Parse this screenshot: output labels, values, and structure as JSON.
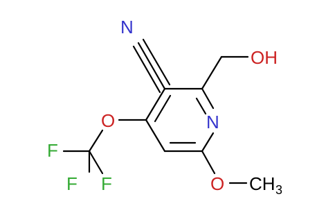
{
  "molecule": {
    "atom_labels": {
      "nitrile_n": "N",
      "hydroxyl": "OH",
      "ring_n": "N",
      "ether_o_left": "O",
      "fluorine_top": "F",
      "fluorine_left": "F",
      "fluorine_right": "F",
      "ether_o_bottom": "O",
      "methyl_c": "CH",
      "methyl_sub": "3"
    },
    "colors": {
      "bond": "#000000",
      "nitrogen": "#3333cc",
      "oxygen": "#cc2222",
      "fluorine": "#33aa33",
      "carbon_text": "#000000"
    }
  }
}
